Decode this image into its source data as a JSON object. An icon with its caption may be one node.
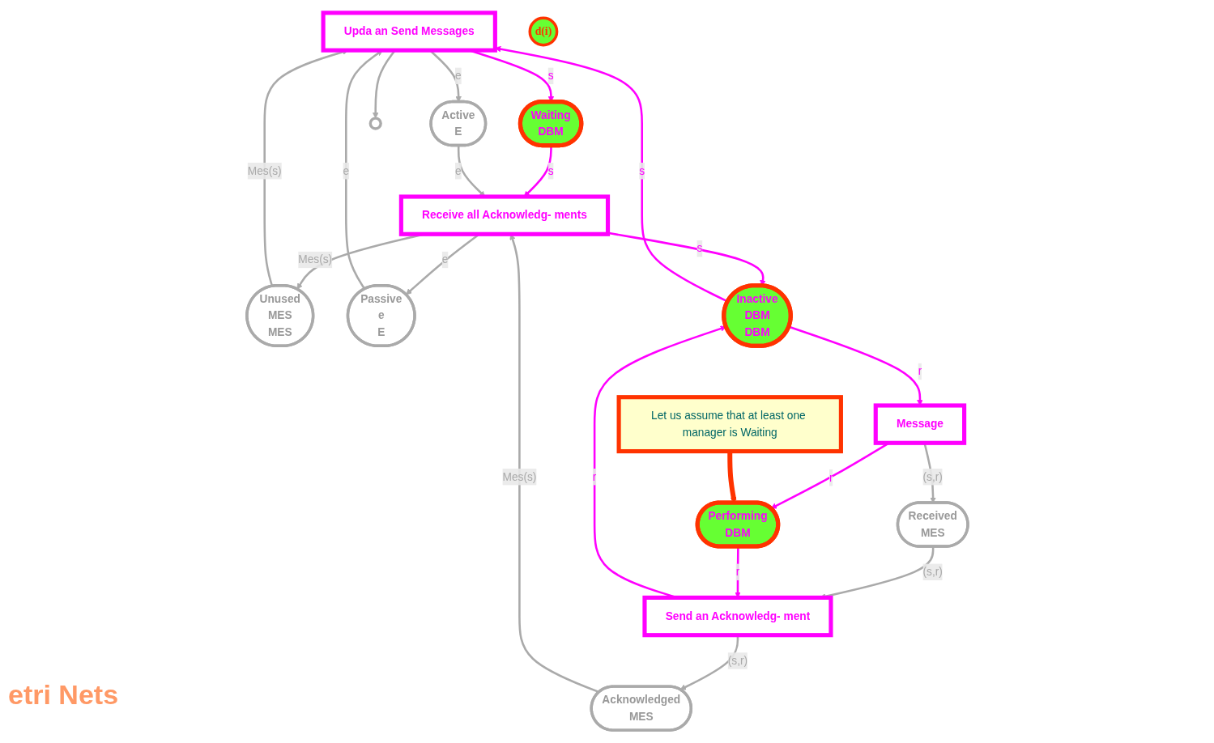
{
  "diagram": {
    "nodes": [
      {
        "text": [
          "Upda an Send Messages"
        ]
      },
      {
        "text": [
          "Message"
        ]
      },
      {
        "text": [
          "Waiting",
          "DBM"
        ]
      },
      {
        "text": [
          "Active",
          "E"
        ]
      },
      {
        "text": [
          "Unused",
          "MES",
          "MES"
        ]
      },
      {
        "text": [
          "Passive",
          "e",
          "E"
        ]
      },
      {
        "text": [
          "Inactive",
          "DBM",
          "DBM"
        ]
      },
      {
        "text": [
          "Received",
          "MES"
        ]
      },
      {
        "text": [
          "Performing",
          "DBM"
        ]
      },
      {
        "text": [
          "d(i)"
        ]
      },
      {
        "text": [
          "Receive all Acknowledg- ments"
        ]
      },
      {
        "text": [
          "Send an Acknowledg- ment"
        ]
      },
      {
        "text": [
          "Acknowledged",
          "MES"
        ]
      },
      {
        "text": [
          "Let us assume that at least one manager is Waiting"
        ]
      },
      {
        "text": [],
        "shape": "circle"
      }
    ],
    "edges": [
      {
        "from": 0,
        "to": 2,
        "arrow": "to",
        "label": "s",
        "color": "#ff00ff"
      },
      {
        "from": 0,
        "to": 3,
        "arrow": "to",
        "label": "e"
      },
      {
        "from": 4,
        "to": 0,
        "arrow": "to",
        "label": "Mes(s)"
      },
      {
        "from": 5,
        "to": 0,
        "arrow": "to",
        "label": "e"
      },
      {
        "from": 0,
        "to": 14,
        "arrow": "to"
      },
      {
        "from": 6,
        "to": 0,
        "arrow": "to",
        "label": "s",
        "color": "#ff00ff"
      },
      {
        "from": 6,
        "to": 1,
        "arrow": "to",
        "label": "r",
        "color": "#ff00ff"
      },
      {
        "from": 1,
        "to": 7,
        "arrow": "to",
        "label": "(s,r)"
      },
      {
        "from": 1,
        "to": 8,
        "arrow": "to",
        "label": "r",
        "color": "#ff00ff"
      },
      {
        "from": 2,
        "to": 10,
        "arrow": "to",
        "label": "s",
        "color": "#ff00ff"
      },
      {
        "from": 3,
        "to": 10,
        "arrow": "to",
        "label": "e"
      },
      {
        "from": 10,
        "to": 4,
        "arrow": "to",
        "label": "Mes(s)"
      },
      {
        "from": 10,
        "to": 5,
        "arrow": "to",
        "label": "e"
      },
      {
        "from": 10,
        "to": 6,
        "arrow": "to",
        "label": "s",
        "color": "#ff00ff"
      },
      {
        "from": 11,
        "to": 6,
        "arrow": "to",
        "label": "r",
        "color": "#ff00ff"
      },
      {
        "from": 7,
        "to": 11,
        "arrow": "to",
        "label": "(s,r)"
      },
      {
        "from": 8,
        "to": 11,
        "arrow": "to",
        "label": "r",
        "color": "#ff00ff"
      },
      {
        "from": 11,
        "to": 12,
        "arrow": "to",
        "label": "(s,r)"
      },
      {
        "from": 12,
        "to": 10,
        "arrow": "to",
        "label": "Mes(s)"
      },
      {
        "from": 13,
        "to": 8,
        "arrow": "to",
        "style": "thick",
        "color": "#ff3300"
      }
    ],
    "labels": [
      "etri Nets"
    ]
  }
}
